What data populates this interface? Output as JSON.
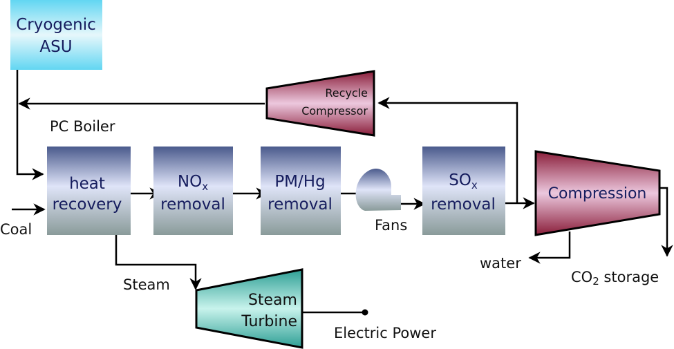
{
  "title": "Oxy-fuel PC boiler process flow",
  "colors": {
    "asu_fill": "#8fe3f5",
    "process_fill_top": "#4a5a8a",
    "process_fill_mid": "#dde3f7",
    "process_fill_bottom": "#8a9a9a",
    "compressor_fill_dark": "#8a1e3a",
    "compressor_fill_light": "#e9c6dc",
    "turbine_fill_dark": "#2e9f95",
    "turbine_fill_light": "#c6f1ea",
    "box_text": "#161d5e",
    "label_text": "#111111",
    "line": "#000000"
  },
  "units": {
    "asu": {
      "line1": "Cryogenic",
      "line2": "ASU"
    },
    "recycle_compressor": {
      "line1": "Recycle",
      "line2": "Compressor"
    },
    "heat_recovery": {
      "line1": "heat",
      "line2": "recovery"
    },
    "nox_removal": {
      "line1": "NO",
      "sub": "x",
      "line2": "removal"
    },
    "pmhg_removal": {
      "line1": "PM/Hg",
      "line2": "removal"
    },
    "sox_removal": {
      "line1": "SO",
      "sub": "x",
      "line2": "removal"
    },
    "compression": {
      "line1": "Compression"
    },
    "steam_turbine": {
      "line1": "Steam",
      "line2": "Turbine"
    }
  },
  "labels": {
    "pc_boiler": "PC Boiler",
    "coal": "Coal",
    "fans": "Fans",
    "steam": "Steam",
    "electric_power": "Electric Power",
    "water": "water",
    "co2_storage_pre": "CO",
    "co2_storage_sub": "2",
    "co2_storage_post": " storage"
  }
}
